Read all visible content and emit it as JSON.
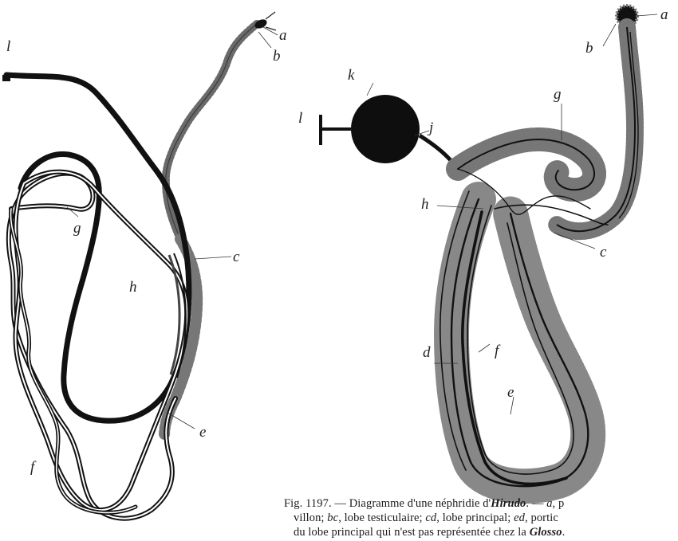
{
  "figure": {
    "left_labels": {
      "l": "l",
      "a": "a",
      "b": "b",
      "c": "c",
      "g": "g",
      "h": "h",
      "e": "e",
      "f": "f"
    },
    "right_labels": {
      "a": "a",
      "b": "b",
      "k": "k",
      "l": "l",
      "j": "j",
      "g": "g",
      "h": "h",
      "c": "c",
      "d": "d",
      "f": "f",
      "e": "e"
    },
    "colors": {
      "ink": "#111111",
      "stipple": "#6a6a6a",
      "paper": "#ffffff"
    }
  },
  "caption": {
    "fig_label": "Fig. 1197.",
    "dash1": " — Diagramme d'une néphridie d'",
    "genus1": "Hirudo",
    "seg1": ". — ",
    "a_key": "a",
    "seg2": ", p",
    "line2_a": "villon; ",
    "bc_key": "bc",
    "line2_b": ", lobe testiculaire; ",
    "cd_key": "cd",
    "line2_c": ", lobe principal; ",
    "ed_key": "ed",
    "line2_d": ", portic",
    "line3_a": "du lobe principal qui n'est pas représentée chez la ",
    "genus2": "Glosso",
    "line3_b": "."
  }
}
